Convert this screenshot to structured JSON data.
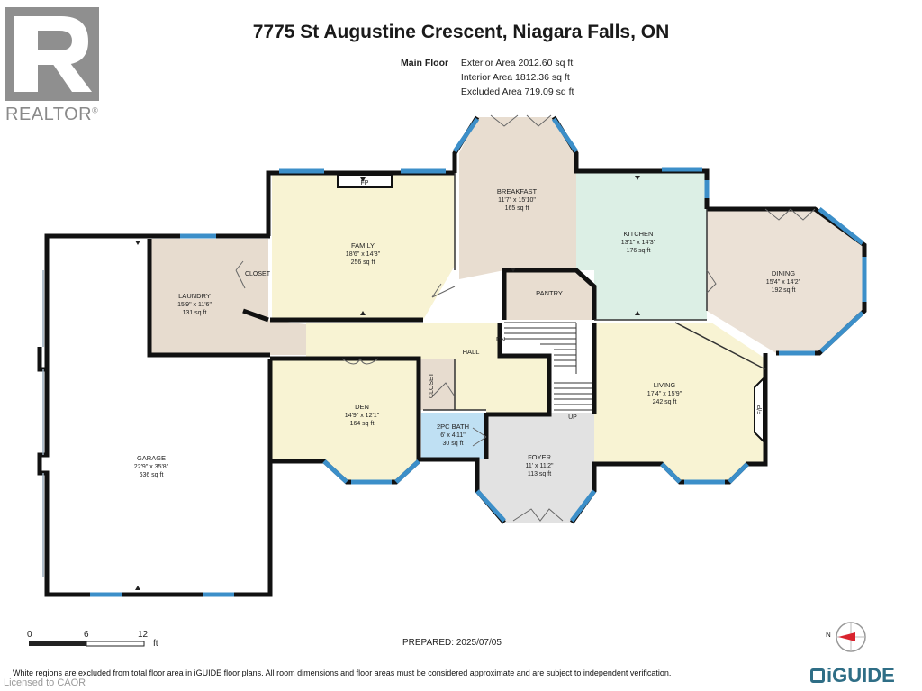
{
  "title": "7775 St Augustine Crescent, Niagara Falls, ON",
  "floor": {
    "name": "Main Floor",
    "exterior_area": "Exterior Area 2012.60 sq ft",
    "interior_area": "Interior Area 1812.36 sq ft",
    "excluded_area": "Excluded Area 719.09 sq ft"
  },
  "realtor": {
    "text": "REALTOR",
    "mark": "®",
    "logo_letter": "R"
  },
  "rooms": {
    "family": {
      "name": "FAMILY",
      "dims": "18'6\" x 14'3\"",
      "area": "256 sq ft"
    },
    "breakfast": {
      "name": "BREAKFAST",
      "dims": "11'7\" x 15'10\"",
      "area": "165 sq ft"
    },
    "kitchen": {
      "name": "KITCHEN",
      "dims": "13'1\" x 14'3\"",
      "area": "176 sq ft"
    },
    "dining": {
      "name": "DINING",
      "dims": "15'4\" x 14'2\"",
      "area": "192 sq ft"
    },
    "laundry": {
      "name": "LAUNDRY",
      "dims": "15'9\" x 11'6\"",
      "area": "131 sq ft"
    },
    "den": {
      "name": "DEN",
      "dims": "14'9\" x 12'1\"",
      "area": "164 sq ft"
    },
    "living": {
      "name": "LIVING",
      "dims": "17'4\" x 15'9\"",
      "area": "242 sq ft"
    },
    "garage": {
      "name": "GARAGE",
      "dims": "22'9\" x 35'8\"",
      "area": "636 sq ft"
    },
    "bath": {
      "name": "2PC BATH",
      "dims": "6' x 4'11\"",
      "area": "30 sq ft"
    },
    "foyer": {
      "name": "FOYER",
      "dims": "11' x 11'2\"",
      "area": "113 sq ft"
    }
  },
  "labels": {
    "pantry": "PANTRY",
    "hall": "HALL",
    "closet_laundry": "CLOSET",
    "closet_den": "CLOSET",
    "dn": "DN",
    "up": "UP",
    "fp_family": "FP",
    "fp_living": "F/P"
  },
  "scale": {
    "t0": "0",
    "t1": "6",
    "t2": "12",
    "unit": "ft"
  },
  "prepared": "PREPARED: 2025/07/05",
  "compass_label": "N",
  "footer_note": "White regions are excluded from total floor area in iGUIDE floor plans. All room dimensions and floor areas must be considered approximate and are subject to independent verification.",
  "licensed": "Licensed to CAOR",
  "brand": "iGUIDE",
  "colors": {
    "family": "#f8f3d3",
    "breakfast": "#e8ddd0",
    "kitchen": "#dcefe5",
    "dining": "#ebe1d6",
    "laundry": "#e7dccf",
    "den": "#f8f3d3",
    "living": "#f8f3d3",
    "bath": "#bfe0f3",
    "foyer": "#e2e2e2",
    "hall": "#f8f3d3",
    "pantry": "#e8ddd0",
    "closet": "#e7dccf",
    "window": "#3c8fc9",
    "wall": "#111111",
    "brand": "#2f6e86"
  }
}
